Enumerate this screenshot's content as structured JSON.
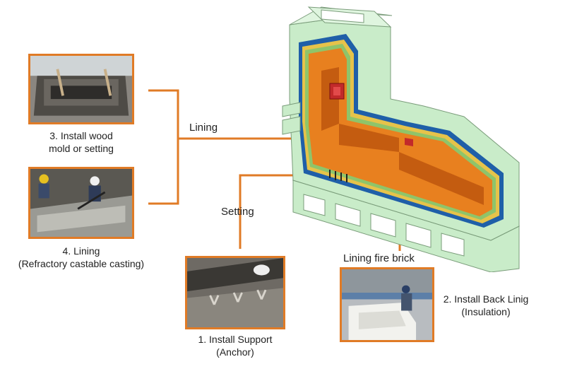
{
  "labels": {
    "lining": "Lining",
    "setting": "Setting",
    "lining_fire_brick": "Lining fire brick"
  },
  "steps": [
    {
      "line1": "1. Install Support",
      "line2": "(Anchor)"
    },
    {
      "line1": "2. Install Back Linig",
      "line2": "(Insulation)"
    },
    {
      "line1": "3. Install wood",
      "line2": "mold or setting"
    },
    {
      "line1": "4. Lining",
      "line2": "(Refractory castable casting)"
    }
  ],
  "colors": {
    "connector": "#e07b26",
    "shell": "#c9ecc9",
    "insulation": "#1f5fa8",
    "castable": "#e8801f",
    "brick_inner": "#c45c10"
  }
}
